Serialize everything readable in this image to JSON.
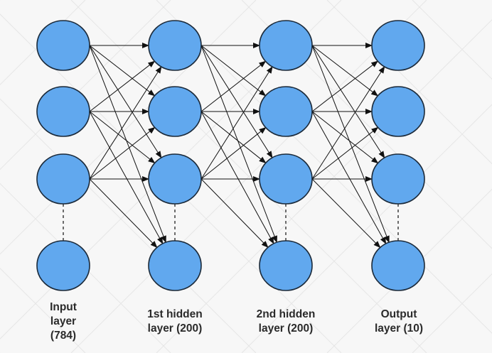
{
  "colors": {
    "node_fill": "#61a8ee",
    "edge": "#111111",
    "background": "#f7f7f7"
  },
  "layers": [
    {
      "id": "input",
      "label_lines": [
        "Input",
        "layer",
        "(784)"
      ]
    },
    {
      "id": "hidden1",
      "label_lines": [
        "1st hidden",
        "layer (200)"
      ]
    },
    {
      "id": "hidden2",
      "label_lines": [
        "2nd hidden",
        "layer (200)"
      ]
    },
    {
      "id": "output",
      "label_lines": [
        "Output",
        "layer (10)"
      ]
    }
  ]
}
